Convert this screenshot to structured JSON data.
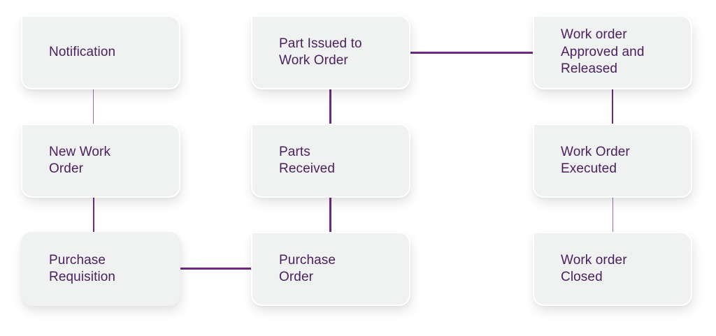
{
  "diagram": {
    "type": "process-flow",
    "colors": {
      "node_fill": "#f0f1f1",
      "node_text": "#4a1f5e",
      "connector": "#6e2a83"
    },
    "nodes": [
      {
        "id": "notification",
        "label": "Notification",
        "column": 1,
        "row": 1
      },
      {
        "id": "new-work-order",
        "label": "New Work\nOrder",
        "column": 1,
        "row": 2
      },
      {
        "id": "purchase-requisition",
        "label": "Purchase\nRequisition",
        "column": 1,
        "row": 3
      },
      {
        "id": "part-issued-to-work-order",
        "label": "Part Issued to\nWork Order",
        "column": 2,
        "row": 1
      },
      {
        "id": "parts-received",
        "label": "Parts\nReceived",
        "column": 2,
        "row": 2
      },
      {
        "id": "purchase-order",
        "label": "Purchase\nOrder",
        "column": 2,
        "row": 3
      },
      {
        "id": "work-order-approved-and-released",
        "label": "Work order\nApproved and\nReleased",
        "column": 3,
        "row": 1
      },
      {
        "id": "work-order-executed",
        "label": "Work Order\nExecuted",
        "column": 3,
        "row": 2
      },
      {
        "id": "work-order-closed",
        "label": "Work order\nClosed",
        "column": 3,
        "row": 3
      }
    ],
    "edges": [
      {
        "from": "notification",
        "to": "new-work-order"
      },
      {
        "from": "new-work-order",
        "to": "purchase-requisition"
      },
      {
        "from": "purchase-requisition",
        "to": "purchase-order"
      },
      {
        "from": "purchase-order",
        "to": "parts-received"
      },
      {
        "from": "parts-received",
        "to": "part-issued-to-work-order"
      },
      {
        "from": "part-issued-to-work-order",
        "to": "work-order-approved-and-released"
      },
      {
        "from": "work-order-approved-and-released",
        "to": "work-order-executed"
      },
      {
        "from": "work-order-executed",
        "to": "work-order-closed"
      }
    ]
  }
}
